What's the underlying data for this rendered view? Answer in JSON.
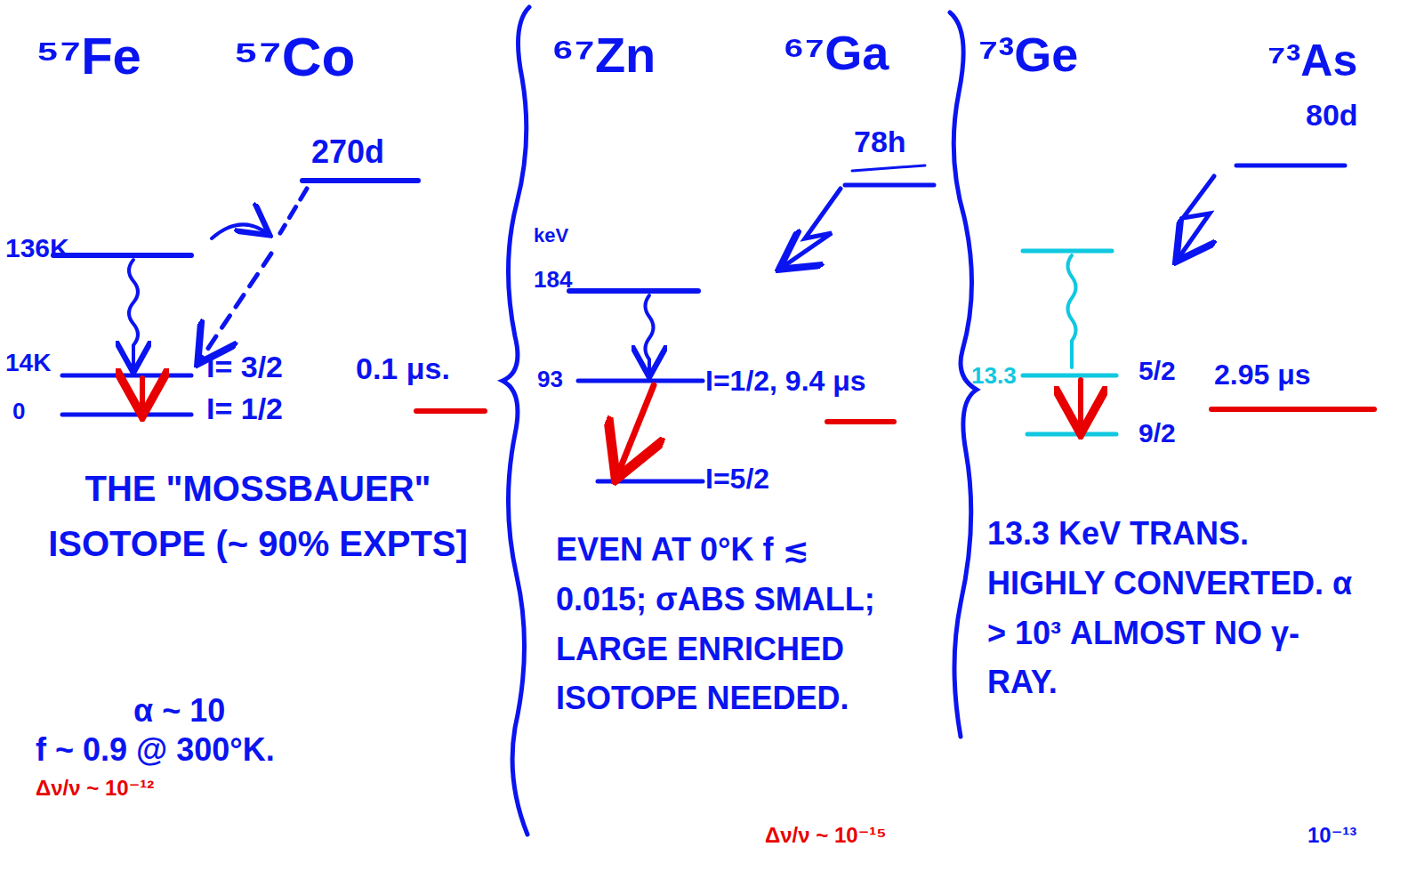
{
  "diagram": {
    "labels": [
      "⁵⁷Fe",
      "⁵⁷Co",
      "270d",
      "136K",
      "14K",
      "0",
      "I= 3/2",
      "0.1 μs.",
      "I= 1/2",
      "THE \"MOSSBAUER\" ISOTOPE (~ 90% EXPTS]",
      "α ~ 10",
      "f ~ 0.9 @ 300°K.",
      "Δν/ν ~ 10⁻¹²",
      "⁶⁷Zn",
      "⁶⁷Ga",
      "78h",
      "keV",
      "184",
      "93",
      "I=1/2, 9.4 μs",
      "I=5/2",
      "EVEN AT 0°K f ≲ 0.015; σABS SMALL; LARGE ENRICHED ISOTOPE NEEDED.",
      "Δν/ν ~ 10⁻¹⁵",
      "⁷³Ge",
      "⁷³As",
      "80d",
      "13.3",
      "5/2",
      "2.95 μs",
      "9/2",
      "13.3 KeV TRANS. HIGHLY CONVERTED. α > 10³ ALMOST NO γ-RAY.",
      "10⁻¹³"
    ]
  }
}
